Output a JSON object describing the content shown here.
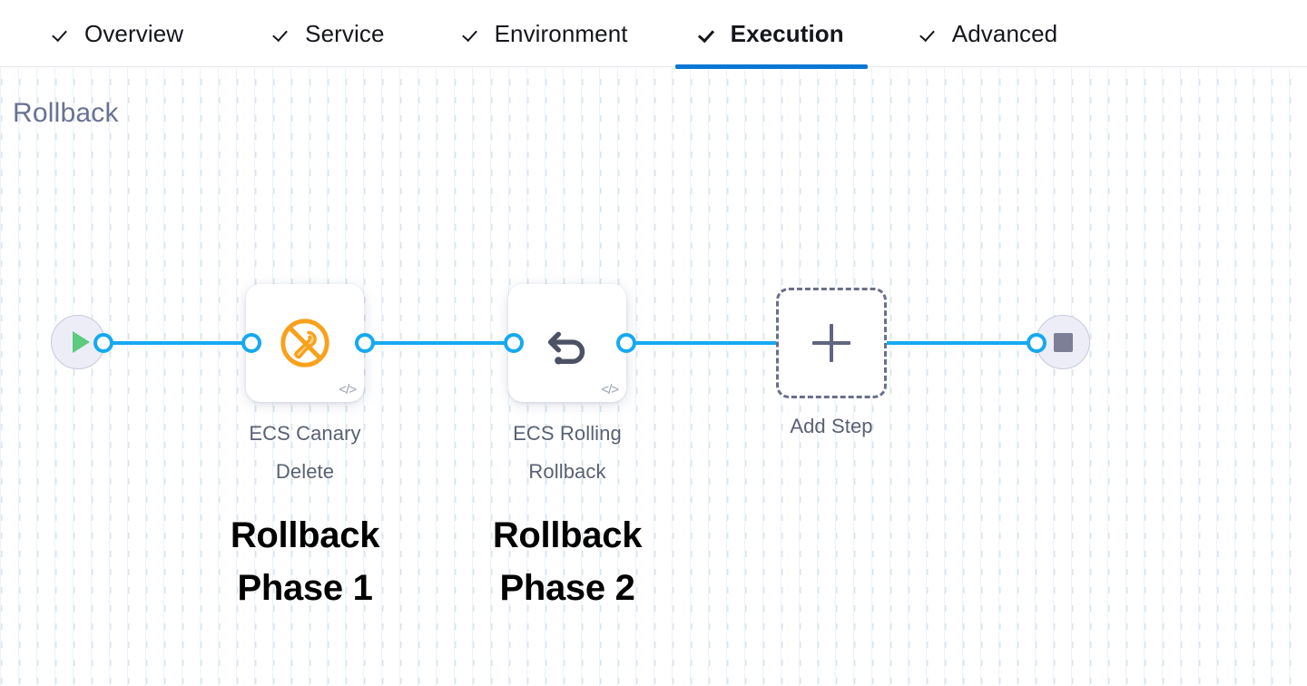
{
  "tabs": [
    {
      "label": "Overview",
      "icon": "check-icon",
      "active": false
    },
    {
      "label": "Service",
      "icon": "check-icon",
      "active": false
    },
    {
      "label": "Environment",
      "icon": "check-icon",
      "active": false
    },
    {
      "label": "Execution",
      "icon": "check-icon",
      "active": true
    },
    {
      "label": "Advanced",
      "icon": "check-icon",
      "active": false
    }
  ],
  "section": {
    "title": "Rollback"
  },
  "colors": {
    "accent_tab_underline": "#0b77d4",
    "connector": "#17a9f0",
    "section_title": "#6a7191",
    "start_play": "#5ccb7f",
    "end_stop": "#7c7f96",
    "terminal_fill": "#ecedf6",
    "canary_icon": "#f9a11b",
    "rollback_icon": "#4c5264",
    "add_step_border": "#6a6f8c",
    "grid_line": "#e8f4fb",
    "grid_dash": "#dfe3e8"
  },
  "pipeline": {
    "start_node": {
      "name": "start",
      "icon": "play-icon"
    },
    "end_node": {
      "name": "end",
      "icon": "stop-icon"
    },
    "steps": [
      {
        "label": "ECS Canary Delete",
        "icon": "canary-delete-icon",
        "badge": "</>",
        "annotation": "Rollback\nPhase 1",
        "annotation_line_1": "Rollback",
        "annotation_line_2": "Phase 1"
      },
      {
        "label": "ECS Rolling Rollback",
        "icon": "rollback-arrow-icon",
        "badge": "</>",
        "annotation": "Rollback\nPhase 2",
        "annotation_line_1": "Rollback",
        "annotation_line_2": "Phase 2"
      }
    ],
    "add_step": {
      "label": "Add Step",
      "icon": "plus-icon"
    }
  }
}
